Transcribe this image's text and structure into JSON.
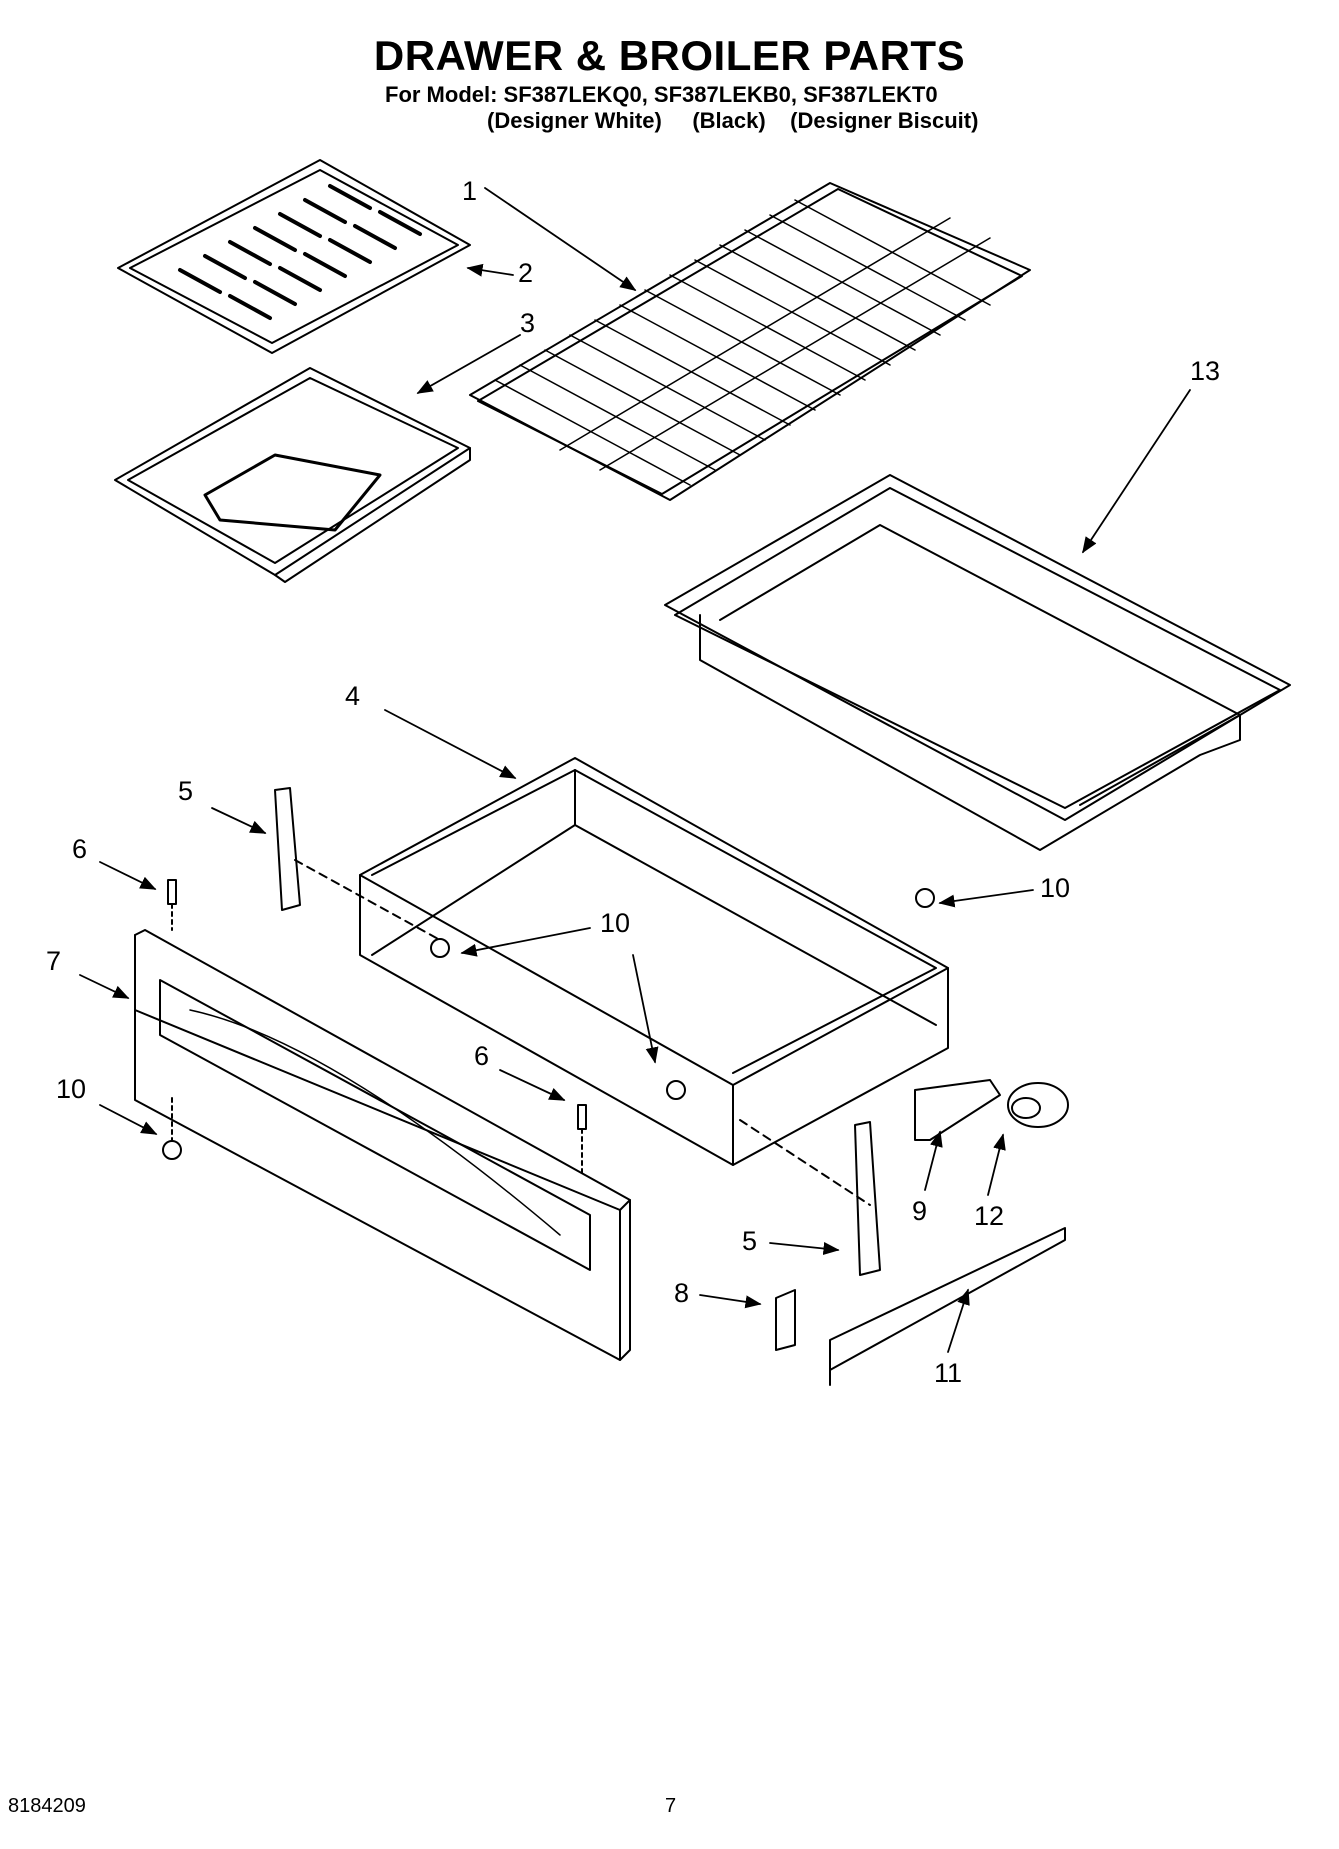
{
  "title": "DRAWER & BROILER PARTS",
  "model_line": "For Model: SF387LEKQ0, SF387LEKB0, SF387LEKT0",
  "color_line": "(Designer White)     (Black)    (Designer Biscuit)",
  "callouts": {
    "c1": "1",
    "c2": "2",
    "c3": "3",
    "c4": "4",
    "c5a": "5",
    "c5b": "5",
    "c6a": "6",
    "c6b": "6",
    "c7": "7",
    "c8": "8",
    "c9": "9",
    "c10a": "10",
    "c10b": "10",
    "c10c": "10",
    "c10d": "10",
    "c11": "11",
    "c12": "12",
    "c13": "13"
  },
  "footer": {
    "doc_number": "8184209",
    "page_number": "7"
  }
}
